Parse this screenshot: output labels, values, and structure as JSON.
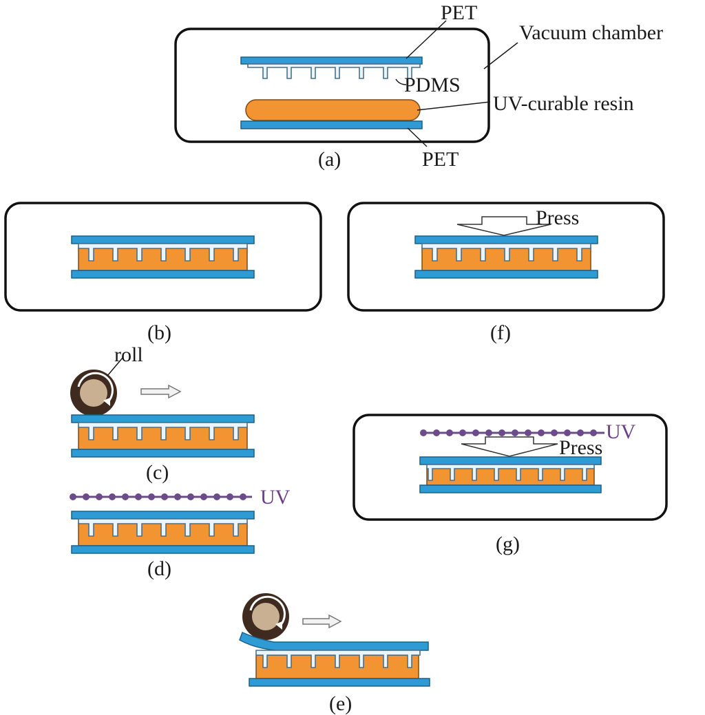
{
  "figure": {
    "panels": {
      "a": {
        "caption": "(a)",
        "labels": {
          "pet_top": "PET",
          "pdms": "PDMS",
          "vacuum_chamber": "Vacuum chamber",
          "resin": "UV-curable resin",
          "pet_bottom": "PET"
        }
      },
      "b": {
        "caption": "(b)"
      },
      "c": {
        "caption": "(c)",
        "labels": {
          "roll": "roll"
        }
      },
      "d": {
        "caption": "(d)",
        "labels": {
          "uv": "UV"
        }
      },
      "e": {
        "caption": "(e)"
      },
      "f": {
        "caption": "(f)",
        "labels": {
          "press": "Press"
        }
      },
      "g": {
        "caption": "(g)",
        "labels": {
          "uv": "UV",
          "press": "Press"
        }
      }
    },
    "colors": {
      "pet": "#2e9bd4",
      "resin": "#f29431",
      "pdms": "#e9f4fb",
      "uv": "#6b3f8a",
      "roller_outer": "#3e2a1e",
      "roller_inner": "#c9b092"
    },
    "icons": {
      "roller": "roller-icon",
      "rotation": "rotation-arrow-icon",
      "direction": "direction-arrow-icon",
      "press": "press-arrow-icon"
    }
  }
}
